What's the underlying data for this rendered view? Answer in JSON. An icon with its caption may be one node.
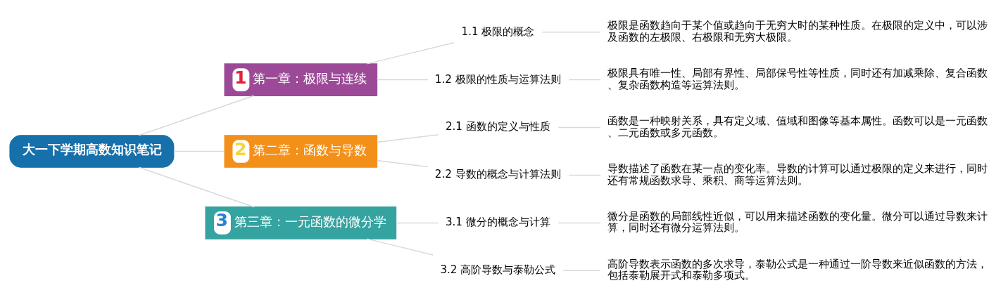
{
  "diagram": {
    "nodes": [
      {
        "text": [
          "大一下学期高数知识笔记"
        ]
      },
      {
        "text": [
          "1",
          "第一章：极限与连续"
        ]
      },
      {
        "text": [
          "1.1 极限的概念"
        ]
      },
      {
        "text": [
          "极限是函数趋向于某个值或趋向于无穷大时的某种性质。在极限的定义中，可以涉及函数的左极限、右极限和无穷大极限。"
        ]
      },
      {
        "text": [
          "1.2 极限的性质与运算法则"
        ]
      },
      {
        "text": [
          "极限具有唯一性、局部有界性、局部保号性等性质，同时还有加减乘除、复合函数、复杂函数构造等运算法则。"
        ]
      },
      {
        "text": [
          "2",
          "第二章：函数与导数"
        ]
      },
      {
        "text": [
          "2.1 函数的定义与性质"
        ]
      },
      {
        "text": [
          "函数是一种映射关系，具有定义域、值域和图像等基本属性。函数可以是一元函数、二元函数或多元函数。"
        ]
      },
      {
        "text": [
          "2.2 导数的概念与计算法则"
        ]
      },
      {
        "text": [
          "导数描述了函数在某一点的变化率。导数的计算可以通过极限的定义来进行，同时还有常规函数求导、乘积、商等运算法则。"
        ]
      },
      {
        "text": [
          "3",
          "第三章：一元函数的微分学"
        ]
      },
      {
        "text": [
          "3.1 微分的概念与计算"
        ]
      },
      {
        "text": [
          "微分是函数的局部线性近似，可以用来描述函数的变化量。微分可以通过导数来计算，同时还有微分运算法则。"
        ]
      },
      {
        "text": [
          "3.2 高阶导数与泰勒公式"
        ]
      },
      {
        "text": [
          "高阶导数表示函数的多次求导，泰勒公式是一种通过一阶导数来近似函数的方法，包括泰勒展开式和泰勒多项式。"
        ]
      }
    ],
    "edges": [
      {
        "from": 0,
        "to": 1,
        "arrow": "none"
      },
      {
        "from": 1,
        "to": 2,
        "arrow": "none"
      },
      {
        "from": 2,
        "to": 3,
        "arrow": "none"
      },
      {
        "from": 1,
        "to": 4,
        "arrow": "none"
      },
      {
        "from": 4,
        "to": 5,
        "arrow": "none"
      },
      {
        "from": 0,
        "to": 6,
        "arrow": "none"
      },
      {
        "from": 6,
        "to": 7,
        "arrow": "none"
      },
      {
        "from": 7,
        "to": 8,
        "arrow": "none"
      },
      {
        "from": 6,
        "to": 9,
        "arrow": "none"
      },
      {
        "from": 9,
        "to": 10,
        "arrow": "none"
      },
      {
        "from": 0,
        "to": 11,
        "arrow": "none"
      },
      {
        "from": 11,
        "to": 12,
        "arrow": "none"
      },
      {
        "from": 12,
        "to": 13,
        "arrow": "none"
      },
      {
        "from": 11,
        "to": 14,
        "arrow": "none"
      },
      {
        "from": 14,
        "to": 15,
        "arrow": "none"
      }
    ]
  }
}
